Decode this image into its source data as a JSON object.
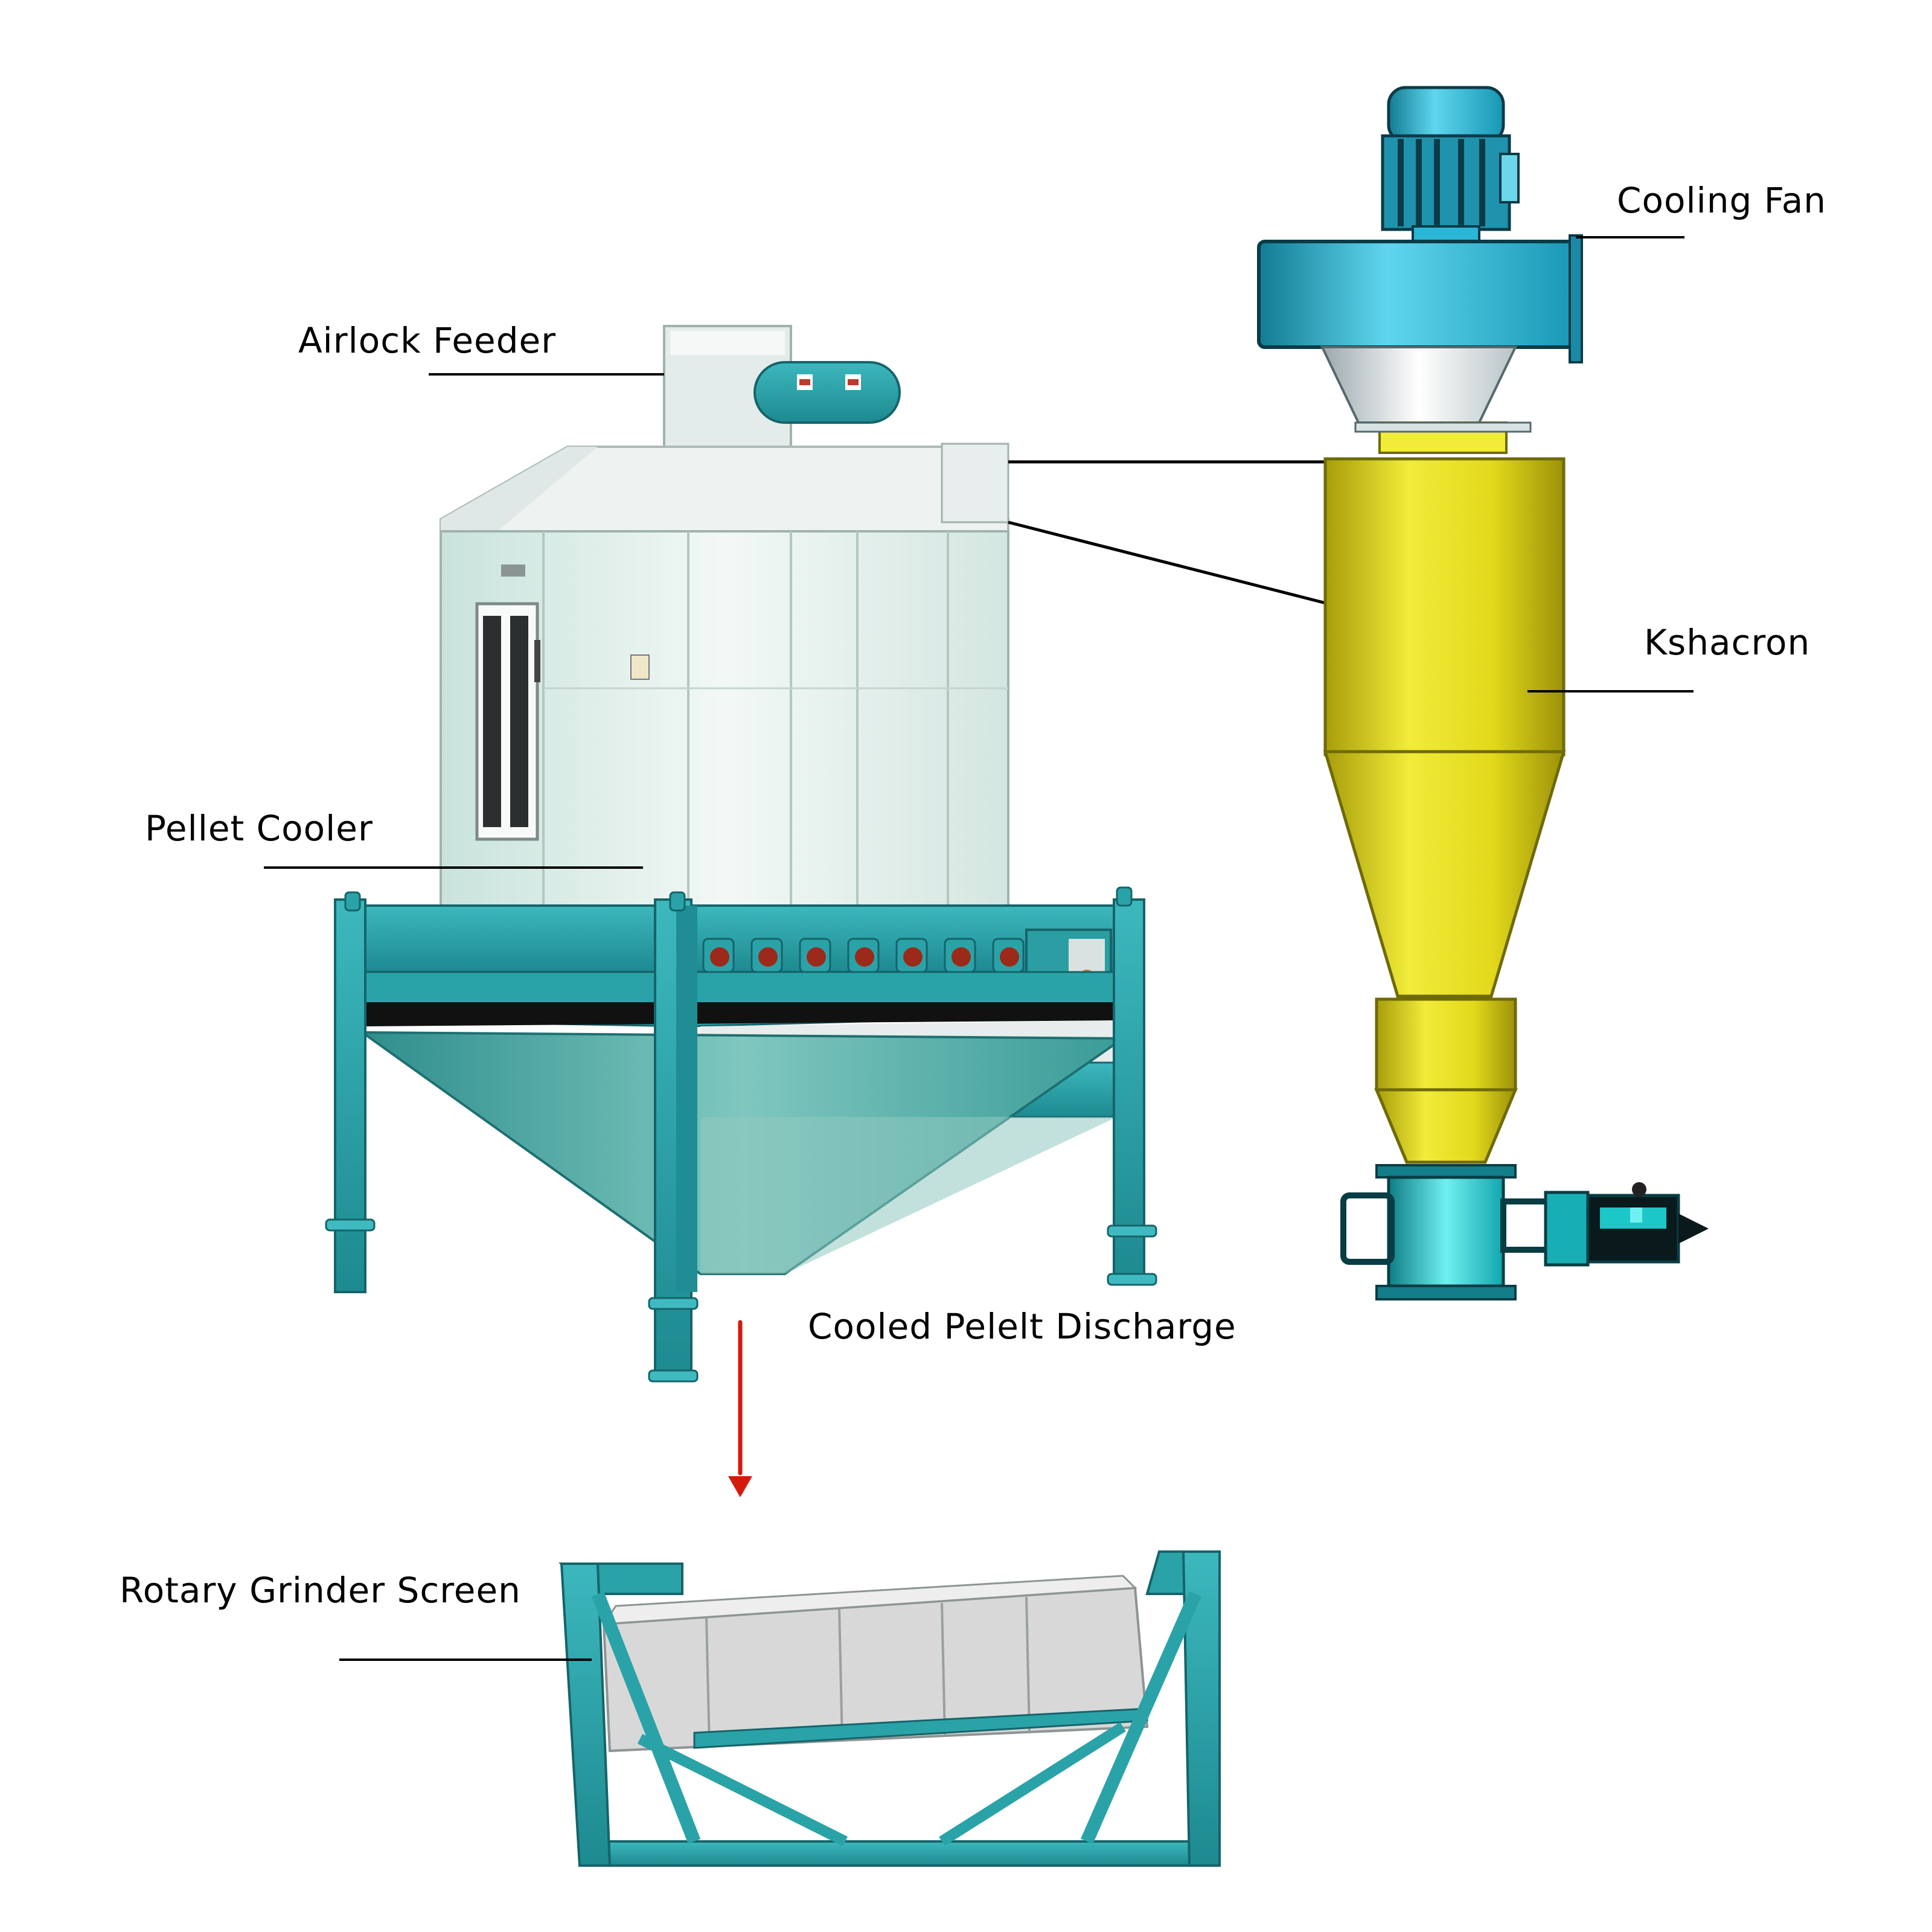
{
  "diagram": {
    "type": "equipment-flow",
    "colors": {
      "frame_teal": "#2aa3a8",
      "frame_teal_dark": "#1d7f86",
      "cooler_body": "#d9ece6",
      "cooler_roof": "#eef3f1",
      "cyclone_yellow": "#e6e01c",
      "cyclone_yellow_dark": "#b8b010",
      "fan_blue": "#2ab6d6",
      "fan_blue_dark": "#127c93",
      "valve_cyan": "#19c9c9",
      "screen_gray": "#d8d8d8",
      "arrow_red": "#d41a0c",
      "leader_line": "#000000"
    },
    "labels": {
      "airlock_feeder": "Airlock Feeder",
      "pellet_cooler": "Pellet Cooler",
      "cooling_fan": "Cooling Fan",
      "kshacron": "Kshacron",
      "cooled_pellet_discharge": "Cooled Pelelt Discharge",
      "rotary_grinder_screen": "Rotary Grinder Screen"
    },
    "flow": [
      {
        "from": "Pellet Cooler",
        "to": "Kshacron",
        "connector": "duct lines"
      },
      {
        "from": "Pellet Cooler",
        "to": "Rotary Grinder Screen",
        "connector": "red arrow"
      }
    ]
  }
}
